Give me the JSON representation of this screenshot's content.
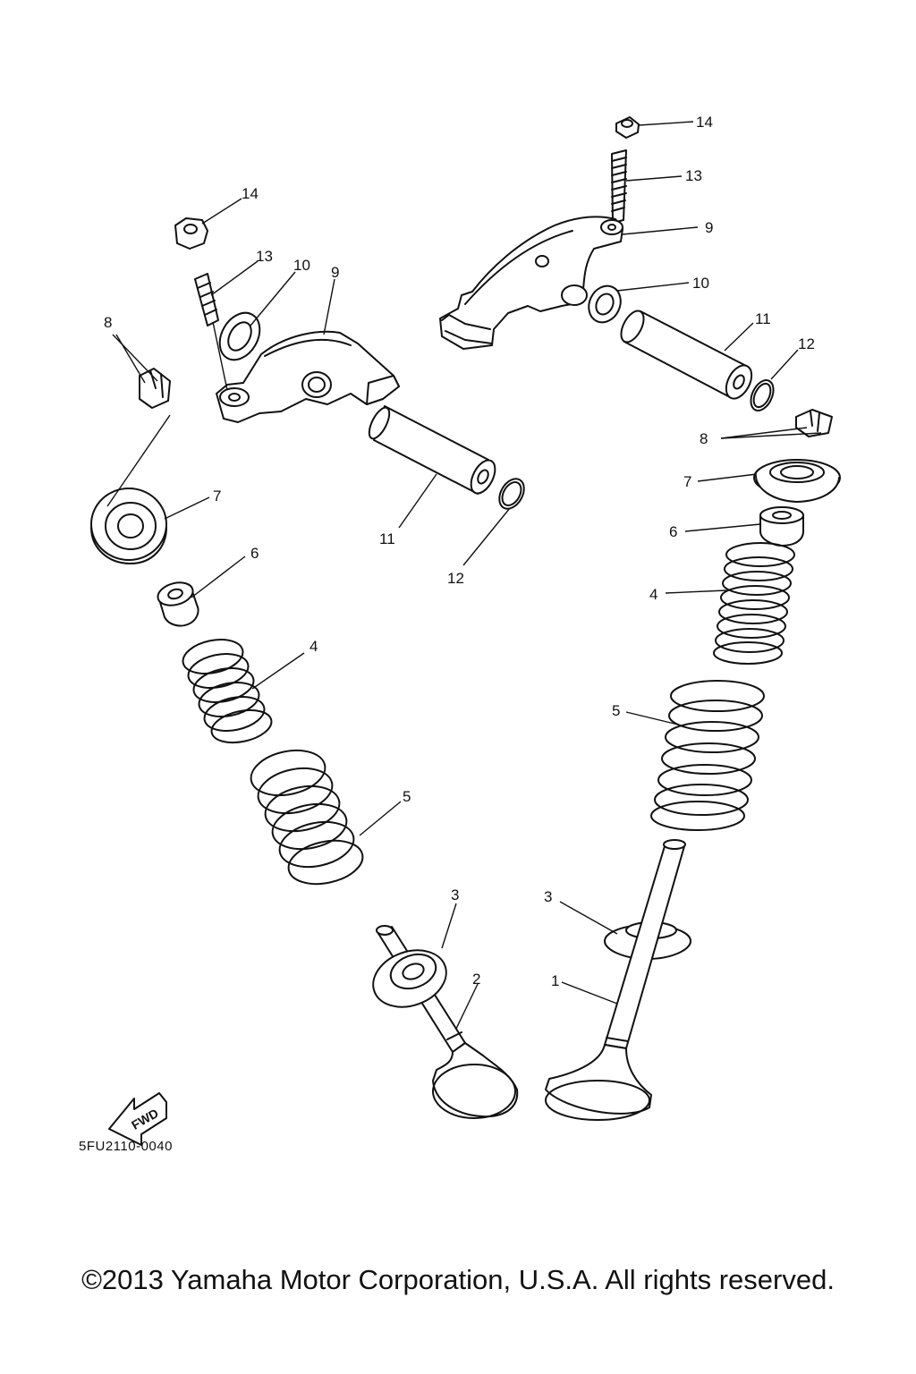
{
  "callouts": [
    {
      "id": "14",
      "label": "14"
    },
    {
      "id": "13",
      "label": "13"
    },
    {
      "id": "10",
      "label": "10"
    },
    {
      "id": "9",
      "label": "9"
    },
    {
      "id": "8",
      "label": "8"
    },
    {
      "id": "7",
      "label": "7"
    },
    {
      "id": "11",
      "label": "11"
    },
    {
      "id": "12",
      "label": "12"
    },
    {
      "id": "6",
      "label": "6"
    },
    {
      "id": "4",
      "label": "4"
    },
    {
      "id": "5",
      "label": "5"
    },
    {
      "id": "3",
      "label": "3"
    },
    {
      "id": "2",
      "label": "2"
    },
    {
      "id": "1",
      "label": "1"
    }
  ],
  "fwd_label": "FWD",
  "diagram_code": "5FU2110-0040",
  "copyright": "©2013 Yamaha Motor Corporation, U.S.A. All rights reserved."
}
